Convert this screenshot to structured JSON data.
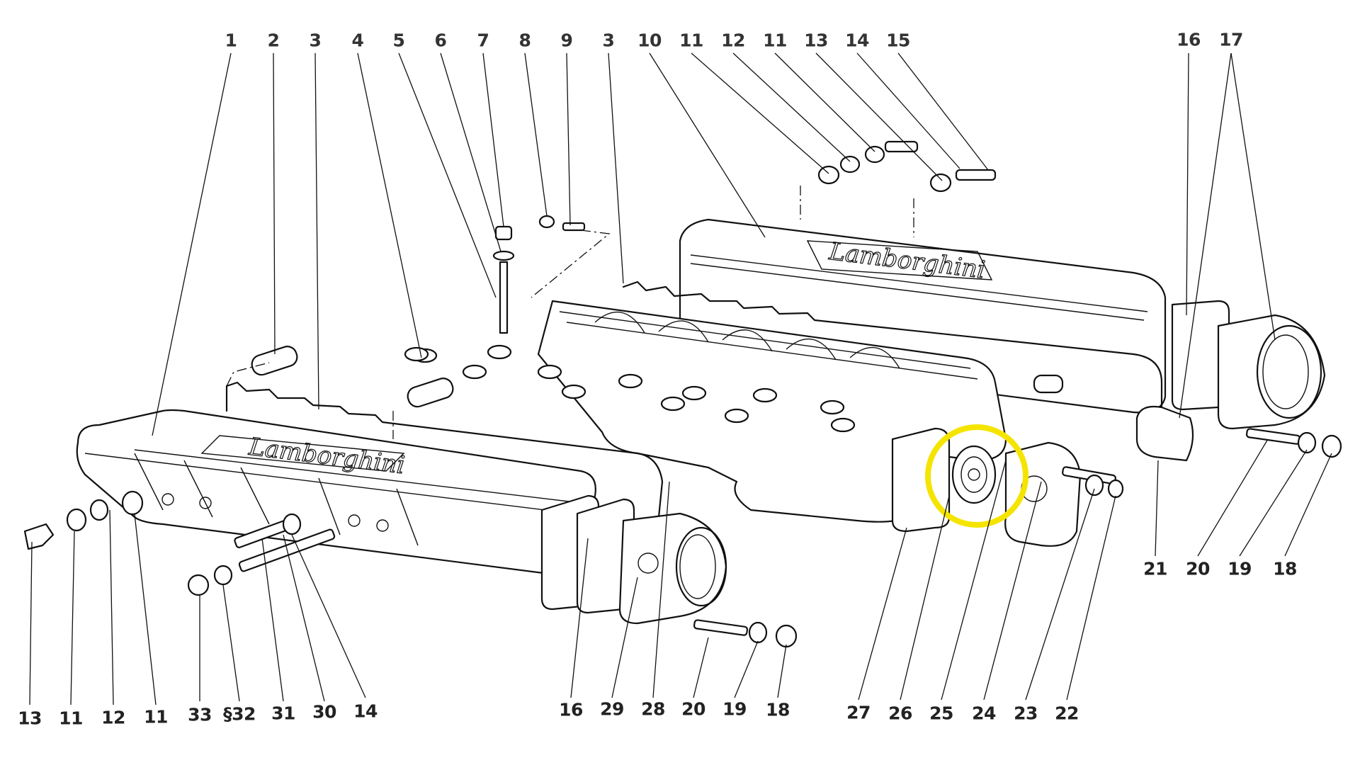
{
  "diagram": {
    "title": "Intake manifold exploded parts diagram",
    "brand_text": "Lamborghini",
    "highlight": {
      "color": "#f5e400",
      "target_part": "25",
      "shape": "circle"
    },
    "top_labels": [
      "1",
      "2",
      "3",
      "4",
      "5",
      "6",
      "7",
      "8",
      "9",
      "3",
      "10",
      "11",
      "12",
      "11",
      "13",
      "14",
      "15",
      "16",
      "17"
    ],
    "bottom_left_labels": [
      "13",
      "11",
      "12",
      "11",
      "33",
      "§32",
      "31",
      "30",
      "14"
    ],
    "bottom_center_labels": [
      "16",
      "29",
      "28",
      "20",
      "19",
      "18"
    ],
    "bottom_right_labels": [
      "27",
      "26",
      "25",
      "24",
      "23",
      "22"
    ],
    "right_labels": [
      "21",
      "20",
      "19",
      "18"
    ]
  }
}
